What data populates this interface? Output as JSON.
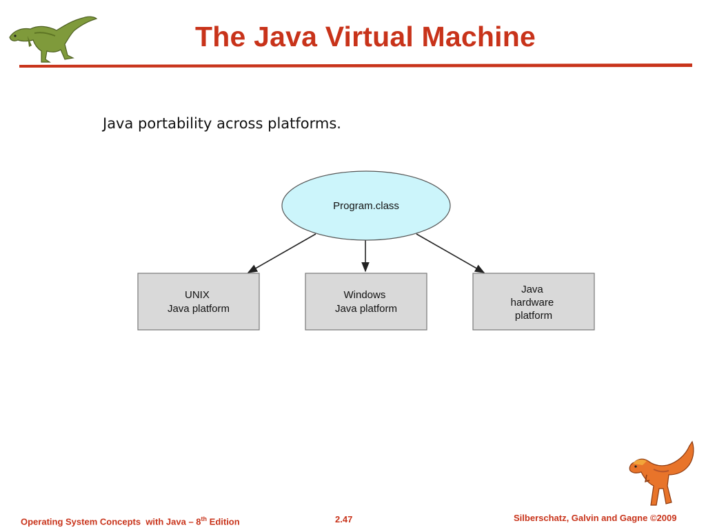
{
  "slide": {
    "title": "The Java Virtual Machine",
    "subtitle": "Java portability across platforms."
  },
  "diagram": {
    "source": {
      "label": "Program.class"
    },
    "targets": [
      {
        "lines": [
          "UNIX",
          "Java platform"
        ]
      },
      {
        "lines": [
          "Windows",
          "Java platform"
        ]
      },
      {
        "lines": [
          "Java",
          "hardware",
          "platform"
        ]
      }
    ]
  },
  "footer": {
    "book_prefix": "Operating System Concepts  with Java – 8",
    "book_sup": "th",
    "book_suffix": " Edition",
    "page": "2.47",
    "copyright": "Silberschatz, Galvin and Gagne ©2009"
  },
  "colors": {
    "accent": "#c8331a",
    "ellipse_fill": "#ccf5fb",
    "box_fill": "#d9d9d9"
  },
  "icons": {
    "top_logo": "green-dinosaur-icon",
    "bottom_logo": "orange-dinosaur-icon"
  }
}
